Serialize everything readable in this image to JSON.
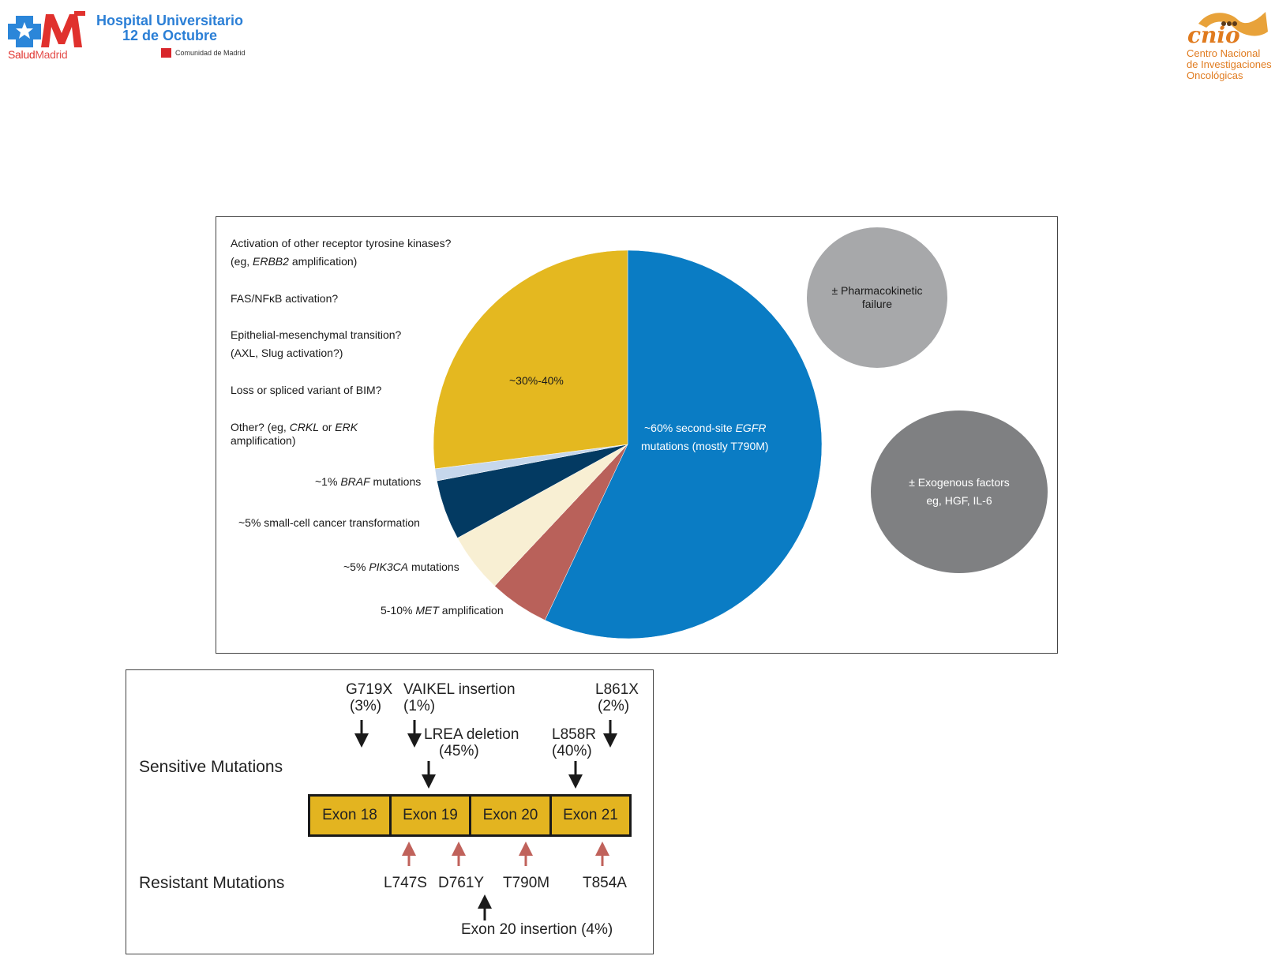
{
  "header": {
    "hospital_line1": "Hospital Universitario",
    "hospital_line2": "12 de Octubre",
    "salud_part1": "Salud",
    "salud_part2": "Madrid",
    "comunidad": "Comunidad de Madrid",
    "cnio_word": "cnio",
    "cnio_line1": "Centro Nacional",
    "cnio_line2": "de Investigaciones",
    "cnio_line3": "Oncológicas"
  },
  "pie_panel": {
    "slices": [
      {
        "label": "~60% second-site EGFR mutations (mostly T790M)",
        "percent": 57,
        "color": "#0a7cc4"
      },
      {
        "label": "5-10% MET amplification",
        "percent": 5,
        "color": "#b9615a"
      },
      {
        "label": "~5% PIK3CA mutations",
        "percent": 5,
        "color": "#f8efd3"
      },
      {
        "label": "~5% small-cell cancer transformation",
        "percent": 5,
        "color": "#033a62"
      },
      {
        "label": "~1% BRAF mutations",
        "percent": 1,
        "color": "#c6d7ec"
      },
      {
        "label": "~30%-40%",
        "percent": 27,
        "color": "#e4b820"
      }
    ],
    "egfr_slice_line1_a": "~60% second-site ",
    "egfr_slice_line1_b": "EGFR",
    "egfr_slice_line2": "mutations (mostly T790M)",
    "unknown_slice": "~30%-40%",
    "list": {
      "rtk_line1": "Activation of other receptor tyrosine kinases?",
      "rtk_line2_a": "(eg, ",
      "rtk_line2_b": "ERBB2",
      "rtk_line2_c": " amplification)",
      "fas": "FAS/NFκB activation?",
      "emt_line1": "Epithelial-mesenchymal transition?",
      "emt_line2": "(AXL, Slug activation?)",
      "bim": "Loss or spliced variant of BIM?",
      "other_line1_a": "Other? (eg, ",
      "other_line1_b": "CRKL",
      "other_line1_c": " or ",
      "other_line1_d": "ERK",
      "other_line2": "amplification)"
    },
    "braf_a": "~1% ",
    "braf_b": "BRAF",
    "braf_c": " mutations",
    "sclc": "~5% small-cell cancer transformation",
    "pik3ca_a": "~5% ",
    "pik3ca_b": "PIK3CA",
    "pik3ca_c": " mutations",
    "met_a": "5-10% ",
    "met_b": "MET",
    "met_c": " amplification",
    "pk_line1": "± Pharmacokinetic",
    "pk_line2": "failure",
    "exo_line1": "± Exogenous factors",
    "exo_line2": "eg, HGF, IL-6"
  },
  "exon_panel": {
    "sensitive_label": "Sensitive Mutations",
    "resistant_label": "Resistant Mutations",
    "exons": [
      "Exon 18",
      "Exon 19",
      "Exon 20",
      "Exon 21"
    ],
    "g719x": "G719X",
    "g719x_pct": "(3%)",
    "vaikel": "VAIKEL insertion",
    "vaikel_pct": "(1%)",
    "lrea": "LREA deletion",
    "lrea_pct": "(45%)",
    "l858r": "L858R",
    "l858r_pct": "(40%)",
    "l861x": "L861X",
    "l861x_pct": "(2%)",
    "l747s": "L747S",
    "d761y": "D761Y",
    "t790m": "T790M",
    "t854a": "T854A",
    "ex20ins": "Exon 20  insertion (4%)",
    "colors": {
      "exon_fill": "#e3b420",
      "resistant_arrow": "#c0625b",
      "sensitive_arrow": "#1a1a1a"
    }
  }
}
